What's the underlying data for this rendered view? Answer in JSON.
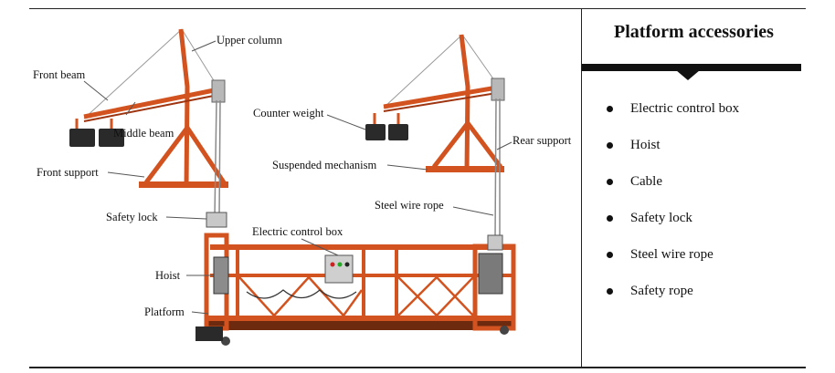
{
  "diagram": {
    "labels": {
      "upper_column": "Upper column",
      "front_beam": "Front beam",
      "middle_beam": "Middle beam",
      "front_support": "Front support",
      "safety_lock": "Safety lock",
      "hoist": "Hoist",
      "platform": "Platform",
      "counter_weight": "Counter weight",
      "suspended_mechanism": "Suspended mechanism",
      "rear_support": "Rear support",
      "steel_wire_rope": "Steel wire rope",
      "electric_control_box": "Electric  control box"
    },
    "colors": {
      "frame": "#d2531f",
      "frame_dark": "#9e3510",
      "weight": "#2a2a2a",
      "cable": "#999999"
    }
  },
  "panel": {
    "title": "Platform accessories",
    "items": [
      "Electric  control box",
      "Hoist",
      "Cable",
      "Safety lock",
      "Steel wire rope",
      "Safety rope"
    ]
  }
}
